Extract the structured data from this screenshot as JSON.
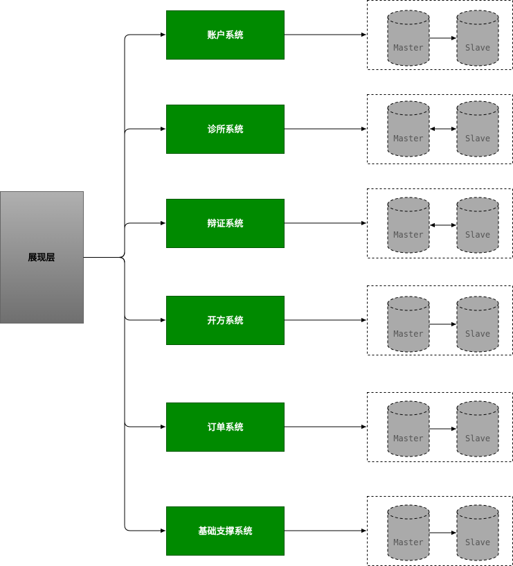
{
  "presentation_layer": {
    "label": "展现层"
  },
  "colors": {
    "presentation_gradient_top": "#b0b0b0",
    "presentation_gradient_bottom": "#6f6f6f",
    "system_fill": "#008a00",
    "system_stroke": "#005700",
    "system_text": "#ffffff",
    "db_fill": "#aaaaaa",
    "db_text": "#555555",
    "line": "#000000"
  },
  "systems": [
    {
      "label": "账户系统",
      "master": "Master",
      "slave": "Slave",
      "replication": "one-way"
    },
    {
      "label": "诊所系统",
      "master": "Master",
      "slave": "Slave",
      "replication": "two-way"
    },
    {
      "label": "辩证系统",
      "master": "Master",
      "slave": "Slave",
      "replication": "two-way"
    },
    {
      "label": "开方系统",
      "master": "Master",
      "slave": "Slave",
      "replication": "one-way"
    },
    {
      "label": "订单系统",
      "master": "Master",
      "slave": "Slave",
      "replication": "one-way"
    },
    {
      "label": "基础支撑系统",
      "master": "Master",
      "slave": "Slave",
      "replication": "one-way"
    }
  ]
}
